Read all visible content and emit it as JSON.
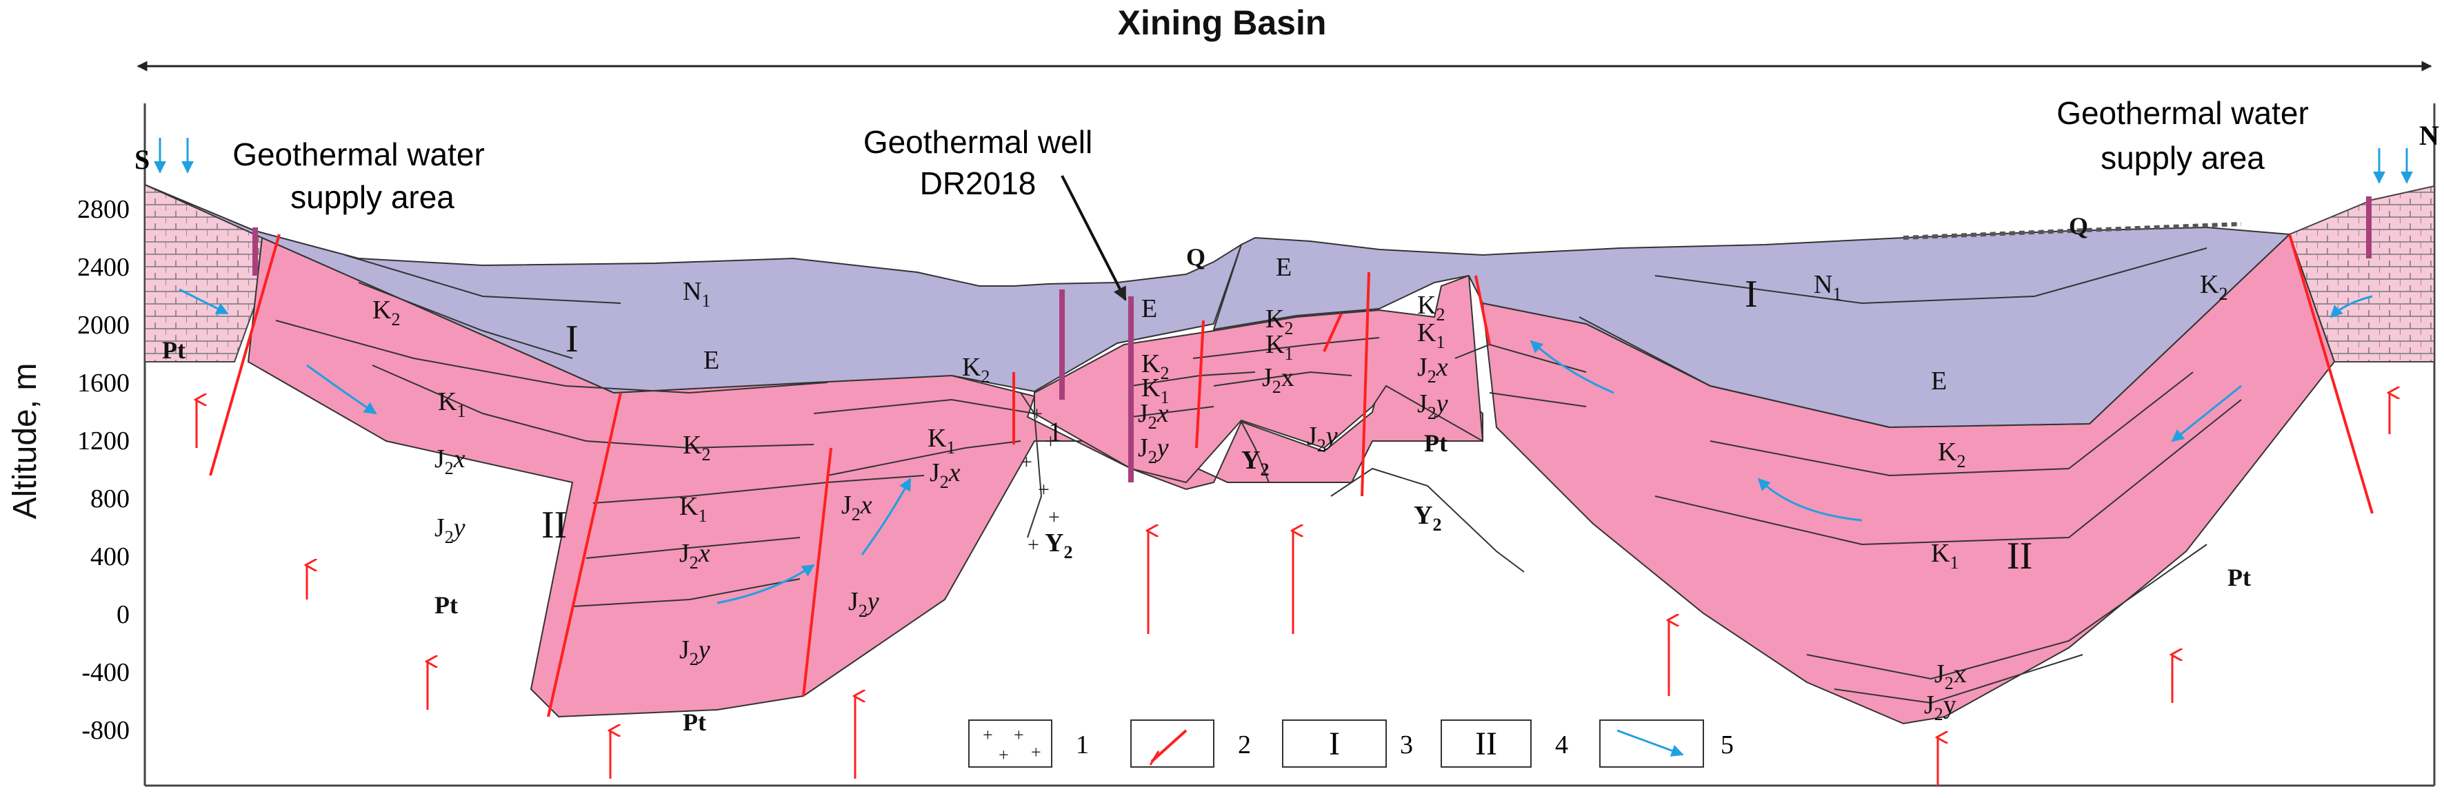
{
  "title": "Xining Basin",
  "y_axis": {
    "label": "Altitude, m",
    "ticks": [
      "2800",
      "2400",
      "2000",
      "1600",
      "1200",
      "800",
      "400",
      "0",
      "-400",
      "-800"
    ]
  },
  "direction": {
    "left": "S",
    "right": "N"
  },
  "annotations": {
    "supply_left": [
      "Geothermal water",
      "supply area"
    ],
    "well": [
      "Geothermal well",
      "DR2018"
    ],
    "supply_right": [
      "Geothermal water",
      "supply area"
    ]
  },
  "strata": {
    "Q": "Q",
    "N": "N",
    "N_sub": "1",
    "E": "E",
    "K": "K",
    "K2_sub": "2",
    "K1_sub": "1",
    "J": "J",
    "J_sub": "2",
    "x": "x",
    "y": "y",
    "Pt": "Pt",
    "Y": "Y",
    "Y_sub": "2",
    "I": "I",
    "II": "II",
    "one": "1"
  },
  "legend": [
    {
      "num": "1",
      "kind": "crosses"
    },
    {
      "num": "2",
      "kind": "fault"
    },
    {
      "num": "3",
      "kind": "roman",
      "symbol": "I"
    },
    {
      "num": "4",
      "kind": "roman",
      "symbol": "II"
    },
    {
      "num": "5",
      "kind": "flow-arrow"
    }
  ],
  "colors": {
    "reservoir_I": "#b6b2d8",
    "reservoir_II": "#f497b8",
    "fault": "#ff2020",
    "heat_arrow": "#ff2020",
    "flow_arrow": "#20a0e0",
    "well": "#a8407e",
    "line": "#333333"
  }
}
